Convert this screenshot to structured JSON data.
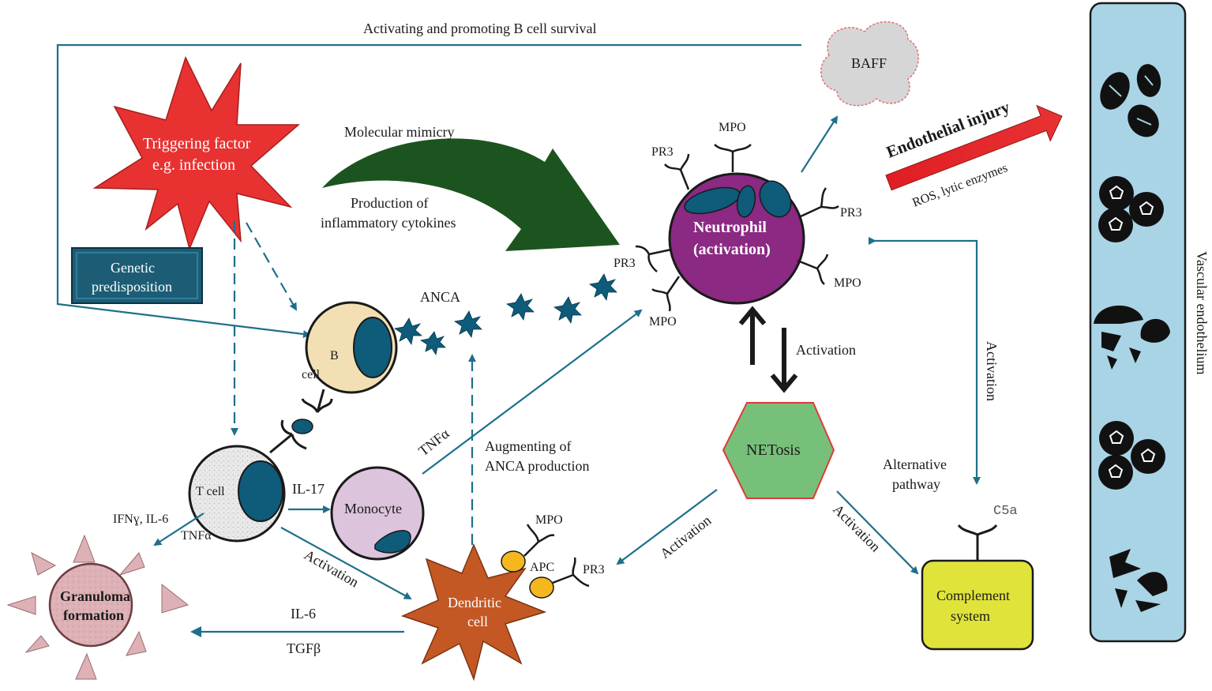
{
  "labels": {
    "top_feedback": "Activating and promoting B cell survival",
    "baff": "BAFF",
    "trigger_line1": "Triggering factor",
    "trigger_line2": "e.g. infection",
    "genetic_line1": "Genetic",
    "genetic_line2": "predisposition",
    "molecular_mimicry": "Molecular mimicry",
    "cytokines_line1": "Production of",
    "cytokines_line2": "inflammatory cytokines",
    "anca": "ANCA",
    "b_cell_b": "B",
    "b_cell_cell": "cell",
    "t_cell": "T cell",
    "il17": "IL-17",
    "monocyte": "Monocyte",
    "tnf_alpha_mono": "TNFα",
    "augmenting_line1": "Augmenting of",
    "augmenting_line2": "ANCA production",
    "neutrophil_line1": "Neutrophil",
    "neutrophil_line2": "(activation)",
    "mpo": "MPO",
    "pr3": "PR3",
    "activation_netosis": "Activation",
    "netosis": "NETosis",
    "endothelial_injury": "Endothelial injury",
    "ros": "ROS, lytic enzymes",
    "vascular": "Vascular endothelium",
    "activation_right": "Activation",
    "alternative_line1": "Alternative",
    "alternative_line2": "pathway",
    "c5a": "C5a",
    "complement_line1": "Complement",
    "complement_line2": "system",
    "ifn_il6": "IFNɣ, IL-6",
    "tnf_alpha_t": "TNFα",
    "granuloma_line1": "Granuloma",
    "granuloma_line2": "formation",
    "activation_t_dc": "Activation",
    "dendritic_line1": "Dendritic",
    "dendritic_line2": "cell",
    "apc": "APC",
    "il6": "IL-6",
    "tgfb": "TGFβ",
    "activation_net_dc": "Activation",
    "activation_net_comp": "Activation"
  },
  "colors": {
    "trigger": "#e83232",
    "genetic": "#1c5d75",
    "mimicry_arrow": "#1c5420",
    "neutrophil": "#8b2983",
    "netosis": "#77c079",
    "endothelium": "#a9d4e6",
    "complement": "#e0e33a",
    "dendritic": "#c45824",
    "monocyte": "#dcc4dd",
    "b_cell": "#f2e0b4",
    "granuloma": "#ddb1b5",
    "flow": "#1f6f8b",
    "nucleus": "#0e5b7a",
    "apc": "#f4b81e",
    "baff": "#d6d6d6"
  }
}
